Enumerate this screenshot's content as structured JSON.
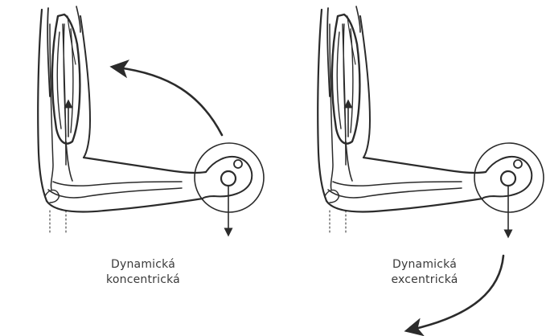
{
  "captions": {
    "left": {
      "line1": "Dynamická",
      "line2": "koncentrická"
    },
    "right": {
      "line1": "Dynamická",
      "line2": "excentrická"
    }
  },
  "colors": {
    "ink": "#2b2b2b",
    "background": "#ffffff",
    "caption": "#3a3a3a"
  }
}
